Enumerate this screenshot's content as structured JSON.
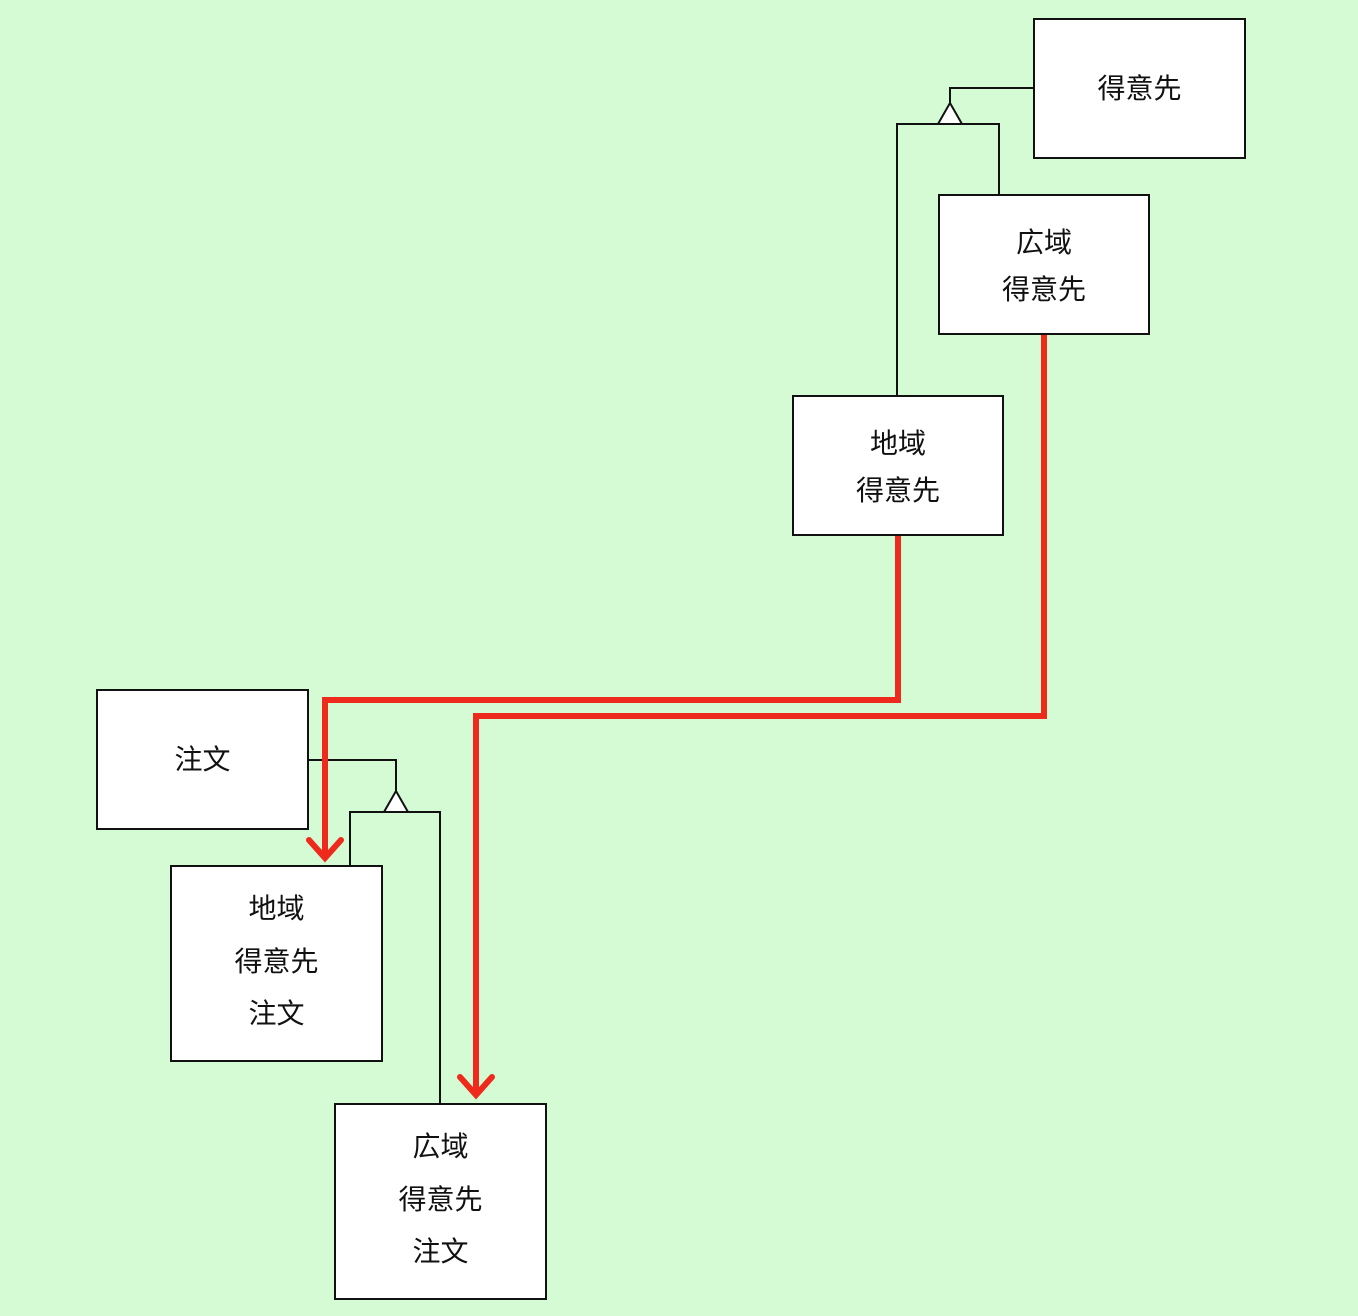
{
  "diagram": {
    "entities": [
      {
        "id": "tokuisaki",
        "lines": [
          "得意先"
        ]
      },
      {
        "id": "kouiki-tokuisaki",
        "lines": [
          "広域",
          "得意先"
        ]
      },
      {
        "id": "chiiki-tokuisaki",
        "lines": [
          "地域",
          "得意先"
        ]
      },
      {
        "id": "chuumon",
        "lines": [
          "注文"
        ]
      },
      {
        "id": "chiiki-tokuisaki-chuumon",
        "lines": [
          "地域",
          "得意先",
          "注文"
        ]
      },
      {
        "id": "kouiki-tokuisaki-chuumon",
        "lines": [
          "広域",
          "得意先",
          "注文"
        ]
      }
    ],
    "generalizations": [
      {
        "parent": "tokuisaki",
        "children": [
          "chiiki-tokuisaki",
          "kouiki-tokuisaki"
        ]
      },
      {
        "parent": "chuumon",
        "children": [
          "chiiki-tokuisaki-chuumon",
          "kouiki-tokuisaki-chuumon"
        ]
      }
    ],
    "arrows": [
      {
        "from": "chiiki-tokuisaki",
        "to": "chiiki-tokuisaki-chuumon"
      },
      {
        "from": "kouiki-tokuisaki",
        "to": "kouiki-tokuisaki-chuumon"
      }
    ],
    "colors": {
      "background": "#d5fbd5",
      "box_fill": "#ffffff",
      "line": "#111111",
      "arrow": "#ee2a1d"
    }
  }
}
